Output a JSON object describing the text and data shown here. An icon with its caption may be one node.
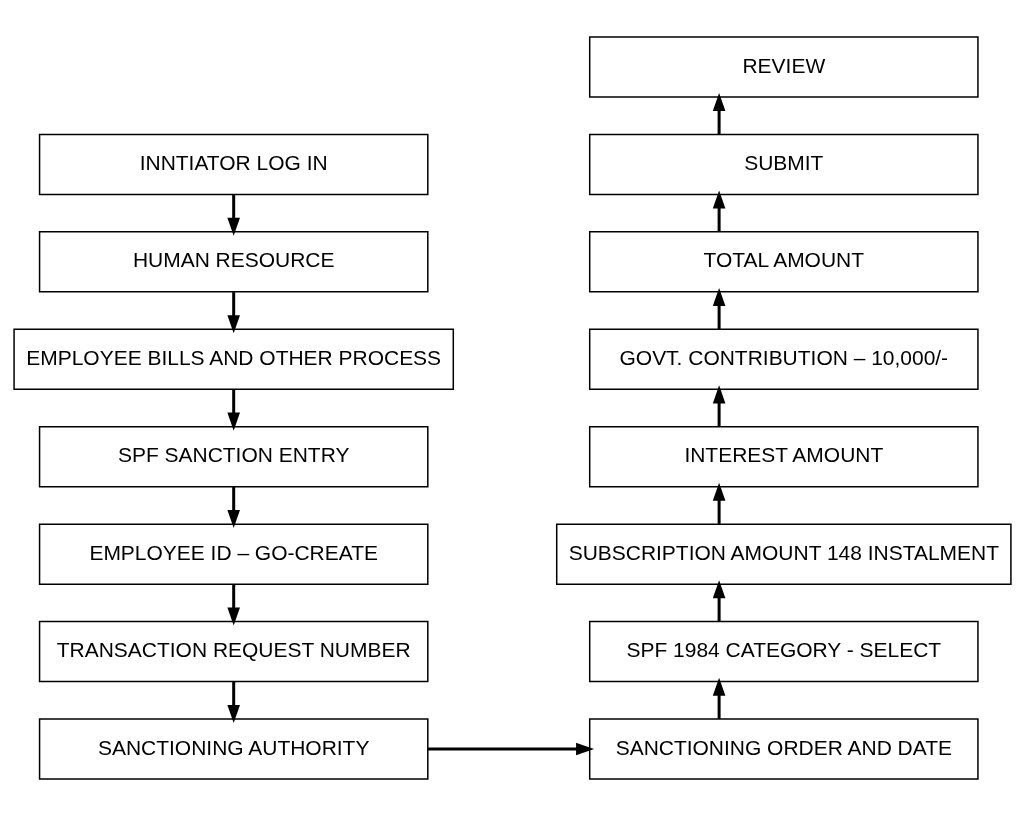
{
  "diagram": {
    "nodes": [
      {
        "text": [
          "INNTIATOR LOG IN"
        ]
      },
      {
        "text": [
          "HUMAN RESOURCE"
        ]
      },
      {
        "text": [
          "EMPLOYEE BILLS AND OTHER PROCESS"
        ]
      },
      {
        "text": [
          "SPF SANCTION ENTRY"
        ]
      },
      {
        "text": [
          "EMPLOYEE ID – GO-CREATE"
        ]
      },
      {
        "text": [
          "TRANSACTION REQUEST NUMBER"
        ]
      },
      {
        "text": [
          "SANCTIONING AUTHORITY"
        ]
      },
      {
        "text": [
          "SANCTIONING ORDER AND DATE"
        ]
      },
      {
        "text": [
          "SPF 1984 CATEGORY - SELECT"
        ]
      },
      {
        "text": [
          "SUBSCRIPTION AMOUNT 148 INSTALMENT"
        ]
      },
      {
        "text": [
          "INTEREST AMOUNT"
        ]
      },
      {
        "text": [
          "GOVT. CONTRIBUTION – 10,000/-"
        ]
      },
      {
        "text": [
          "TOTAL AMOUNT"
        ]
      },
      {
        "text": [
          "SUBMIT"
        ]
      },
      {
        "text": [
          "REVIEW"
        ]
      }
    ],
    "edges": [
      {
        "from": 0,
        "to": 1,
        "arrow": "to"
      },
      {
        "from": 1,
        "to": 2,
        "arrow": "to"
      },
      {
        "from": 2,
        "to": 3,
        "arrow": "to"
      },
      {
        "from": 3,
        "to": 4,
        "arrow": "to"
      },
      {
        "from": 4,
        "to": 5,
        "arrow": "to"
      },
      {
        "from": 5,
        "to": 6,
        "arrow": "to"
      },
      {
        "from": 6,
        "to": 7,
        "arrow": "to"
      },
      {
        "from": 7,
        "to": 8,
        "arrow": "to"
      },
      {
        "from": 8,
        "to": 9,
        "arrow": "to"
      },
      {
        "from": 9,
        "to": 10,
        "arrow": "to"
      },
      {
        "from": 10,
        "to": 11,
        "arrow": "to"
      },
      {
        "from": 11,
        "to": 12,
        "arrow": "to"
      },
      {
        "from": 12,
        "to": 13,
        "arrow": "to"
      },
      {
        "from": 13,
        "to": 14,
        "arrow": "to"
      }
    ]
  }
}
